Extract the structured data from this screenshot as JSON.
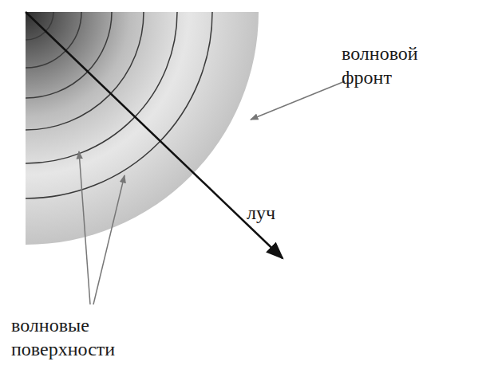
{
  "diagram": {
    "labels": [
      "волновой фронт",
      "луч",
      "волновые поверхности"
    ]
  }
}
